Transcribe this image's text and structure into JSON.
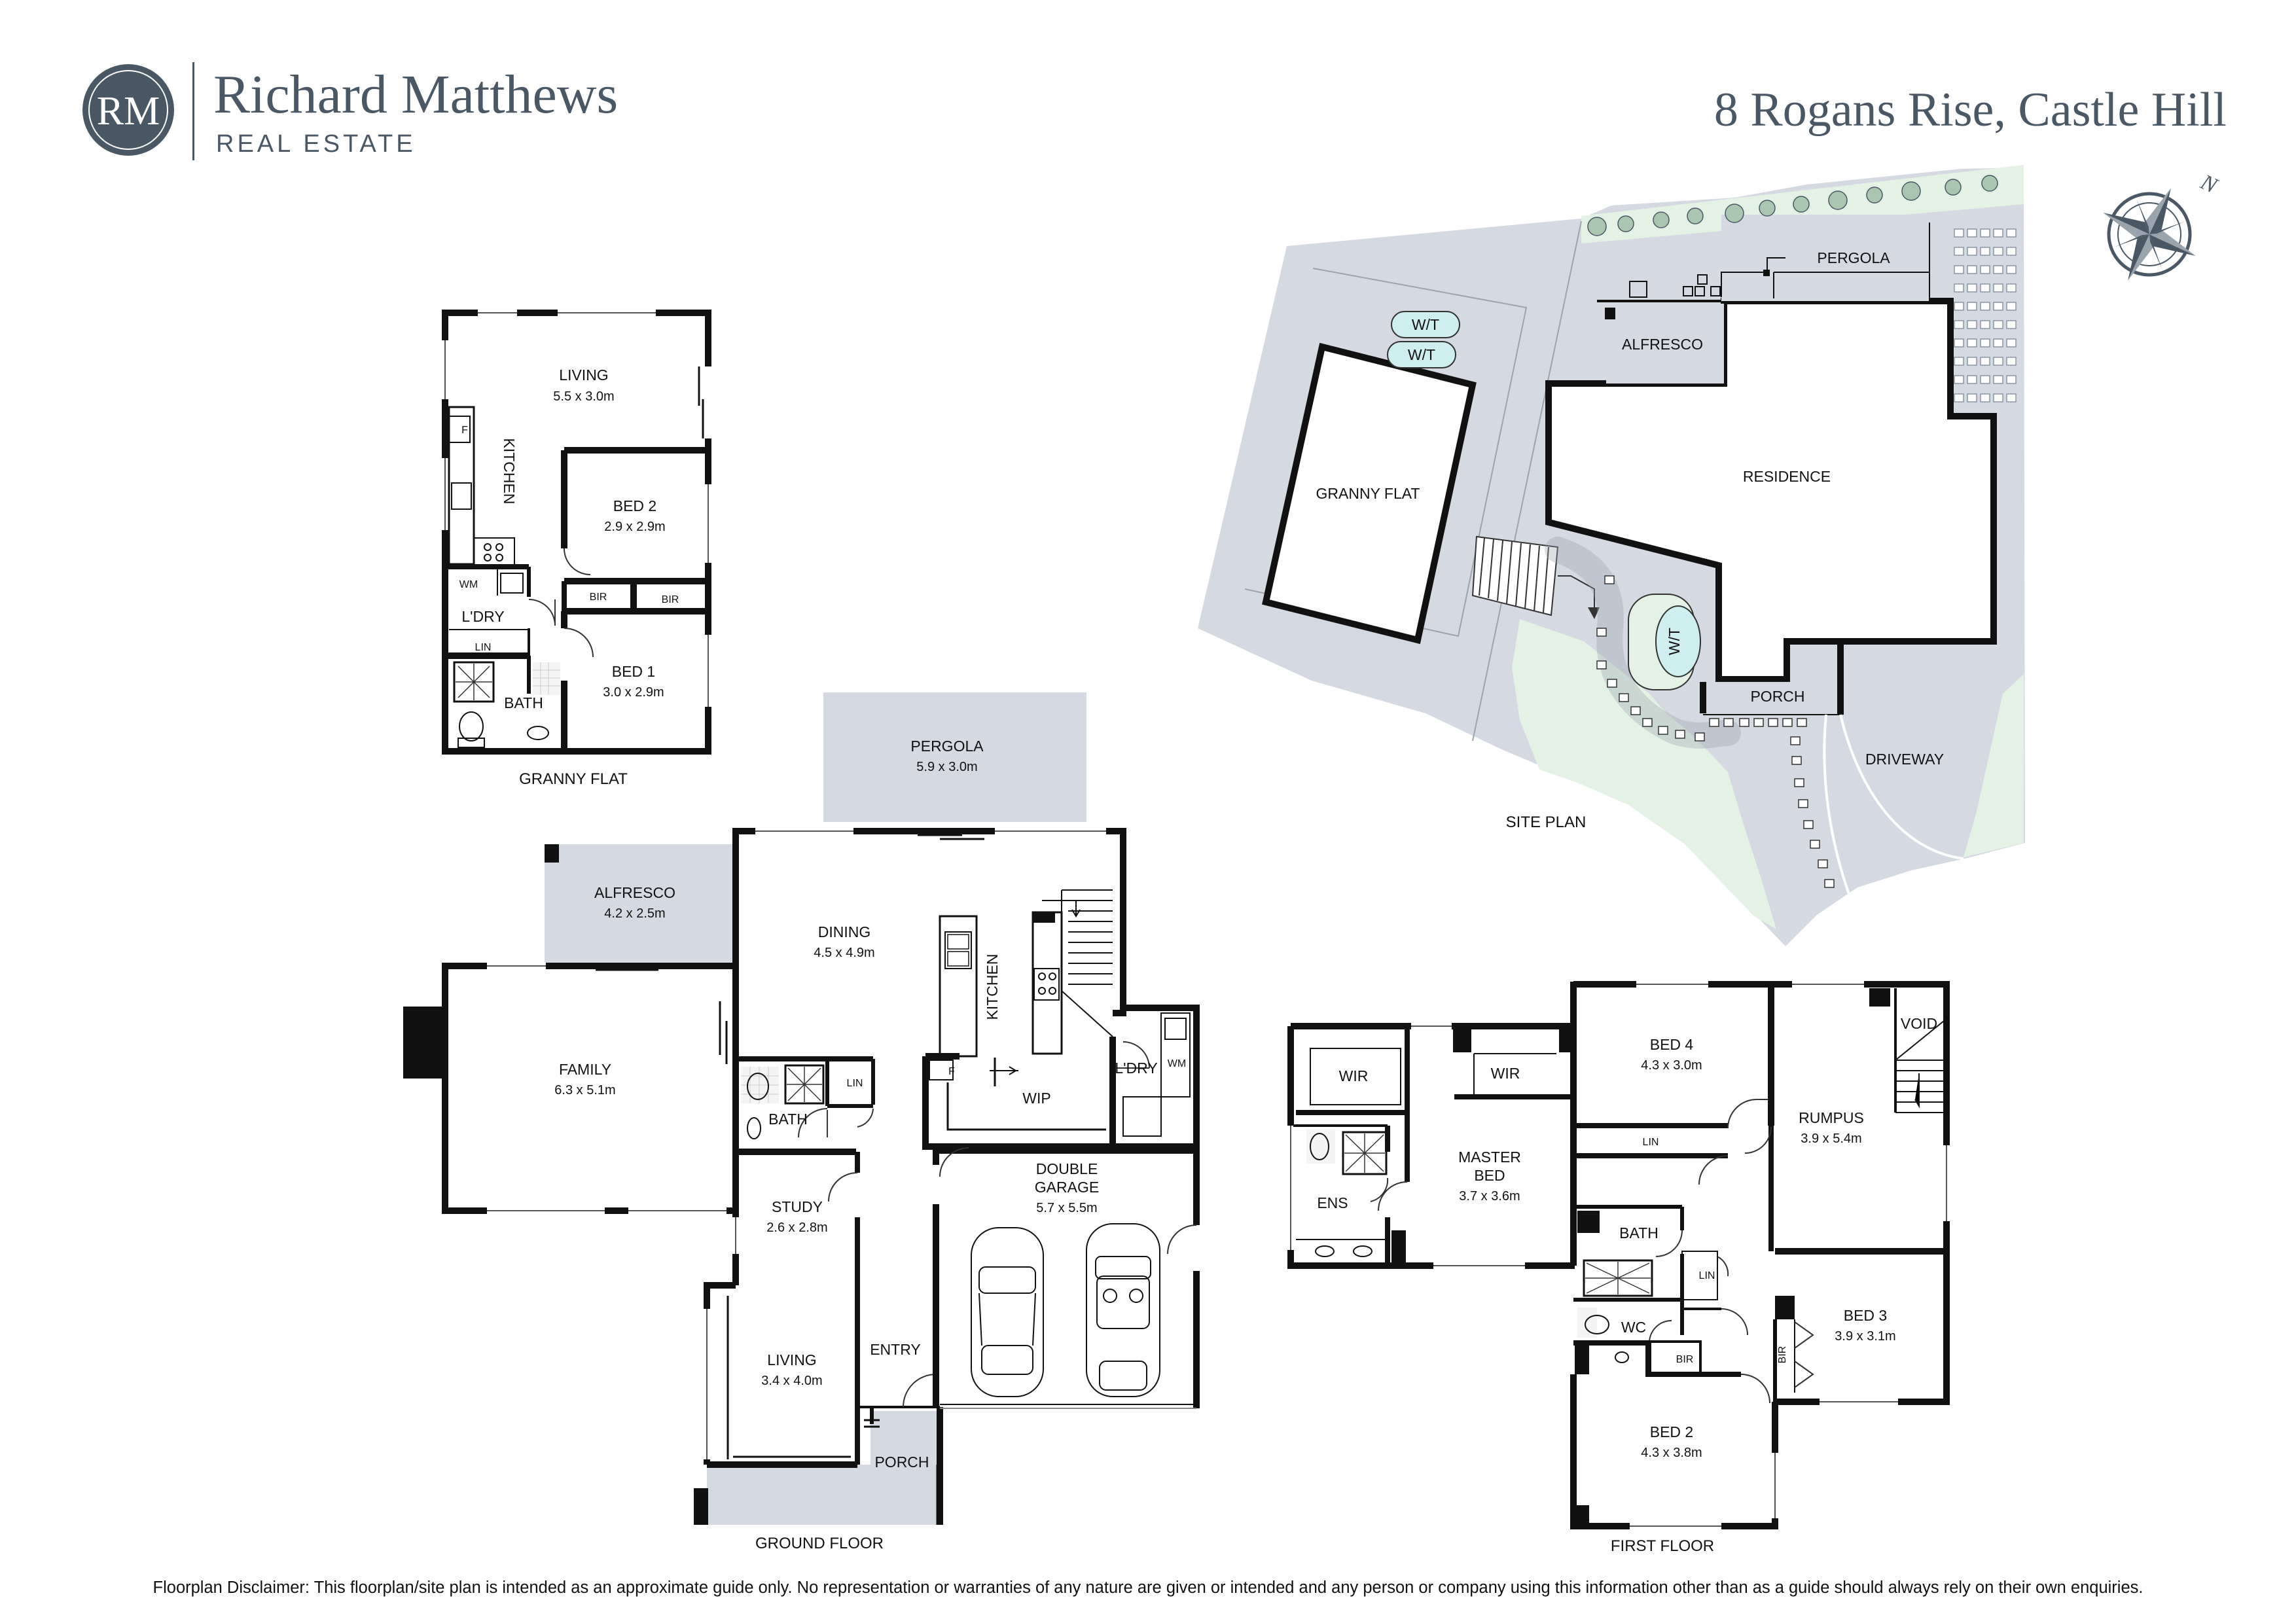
{
  "brand": {
    "monogram": "RM",
    "name": "Richard Matthews",
    "sub": "REAL ESTATE"
  },
  "address": "8 Rogans Rise, Castle Hill",
  "compass": {
    "north_label": "N"
  },
  "colors": {
    "wall": "#111111",
    "outdoor": "#d5d9e2",
    "garden": "#e4f2e6",
    "tank": "#cfeef0",
    "brand": "#4a5866"
  },
  "captions": {
    "granny_flat": "GRANNY FLAT",
    "ground_floor": "GROUND FLOOR",
    "first_floor": "FIRST FLOOR",
    "site_plan": "SITE PLAN"
  },
  "granny": {
    "living": {
      "name": "LIVING",
      "dim": "5.5 x 3.0m"
    },
    "kitchen": "KITCHEN",
    "bed2": {
      "name": "BED 2",
      "dim": "2.9 x 2.9m"
    },
    "bed1": {
      "name": "BED 1",
      "dim": "3.0 x 2.9m"
    },
    "ldry": "L'DRY",
    "bath": "BATH",
    "wm": "WM",
    "lin": "LIN",
    "f": "F",
    "bir1": "BIR",
    "bir2": "BIR"
  },
  "ground": {
    "pergola": {
      "name": "PERGOLA",
      "dim": "5.9 x 3.0m"
    },
    "alfresco": {
      "name": "ALFRESCO",
      "dim": "4.2 x 2.5m"
    },
    "dining": {
      "name": "DINING",
      "dim": "4.5 x 4.9m"
    },
    "kitchen": "KITCHEN",
    "family": {
      "name": "FAMILY",
      "dim": "6.3 x 5.1m"
    },
    "bath": "BATH",
    "lin": "LIN",
    "f": "F",
    "wip": "WIP",
    "ldry": "L'DRY",
    "wm": "WM",
    "garage": {
      "name1": "DOUBLE",
      "name2": "GARAGE",
      "dim": "5.7 x 5.5m"
    },
    "study": {
      "name": "STUDY",
      "dim": "2.6 x 2.8m"
    },
    "living": {
      "name": "LIVING",
      "dim": "3.4 x 4.0m"
    },
    "entry": "ENTRY",
    "porch": "PORCH"
  },
  "first": {
    "wir1": "WIR",
    "wir2": "WIR",
    "ens": "ENS",
    "master": {
      "name1": "MASTER",
      "name2": "BED",
      "dim": "3.7 x 3.6m"
    },
    "bed4": {
      "name": "BED 4",
      "dim": "4.3 x 3.0m"
    },
    "lin1": "LIN",
    "rumpus": {
      "name": "RUMPUS",
      "dim": "3.9 x 5.4m"
    },
    "void": "VOID",
    "bath": "BATH",
    "lin2": "LIN",
    "wc": "WC",
    "bir1": "BIR",
    "bir2": "BIR",
    "bed3": {
      "name": "BED 3",
      "dim": "3.9 x 3.1m"
    },
    "bed2": {
      "name": "BED 2",
      "dim": "4.3 x 3.8m"
    }
  },
  "site": {
    "granny_flat": "GRANNY FLAT",
    "residence": "RESIDENCE",
    "alfresco": "ALFRESCO",
    "pergola": "PERGOLA",
    "porch": "PORCH",
    "driveway": "DRIVEWAY",
    "wt1": "W/T",
    "wt2": "W/T",
    "wt3": "W/T"
  },
  "disclaimer": "Floorplan Disclaimer: This floorplan/site plan is intended as an approximate guide only. No representation or warranties of any nature are given or intended and any person or company using this information other than as a guide should always rely on their own enquiries."
}
